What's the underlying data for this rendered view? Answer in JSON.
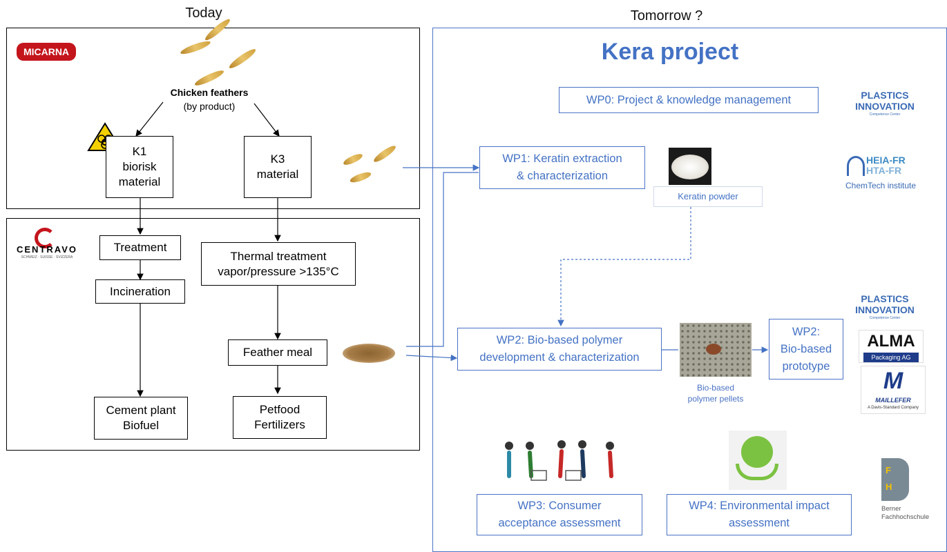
{
  "headings": {
    "today": "Today",
    "tomorrow": "Tomorrow ?"
  },
  "today": {
    "logo_micarna": "MICARNA",
    "logo_centravo": "CENTRAVO",
    "logo_centravo_sub": "SCHWEIZ · SUISSE · SVIZZERA",
    "feathers_title": "Chicken feathers",
    "feathers_sub": "(by product)",
    "k1": "K1\nbiorisk\nmaterial",
    "k3": "K3\nmaterial",
    "treatment": "Treatment",
    "incineration": "Incineration",
    "cement": "Cement plant\nBiofuel",
    "thermal": "Thermal treatment\nvapor/pressure >135°C",
    "feather_meal": "Feather meal",
    "petfood": "Petfood\nFertilizers"
  },
  "tomorrow": {
    "title": "Kera project",
    "wp0": "WP0: Project & knowledge management",
    "wp1": "WP1: Keratin extraction\n& characterization",
    "keratin_powder": "Keratin powder",
    "wp2a": "WP2: Bio-based polymer\ndevelopment & characterization",
    "pellets": "Bio-based\npolymer pellets",
    "wp2b": "WP2:\nBio-based\nprototype",
    "wp3": "WP3: Consumer\nacceptance assessment",
    "wp4": "WP4: Environmental impact\nassessment"
  },
  "partners": {
    "plastics_1": "PLASTICS",
    "plastics_2": "INNOVATION",
    "plastics_3": "Competence Center",
    "heia": "HEIA-FR",
    "hta": "HTA-FR",
    "chemtech": "ChemTech institute",
    "alma": "ALMA",
    "alma_sub": "Packaging AG",
    "maillefer": "MAILLEFER",
    "maillefer_sub": "A Davis-Standard Company",
    "bfh_letters": "F\nH",
    "bfh": "Berner\nFachhochschule"
  },
  "colors": {
    "accent_blue": "#4472c4",
    "border_blue": "#4a72c4",
    "black": "#000000",
    "hazard_yellow": "#f5d000"
  }
}
